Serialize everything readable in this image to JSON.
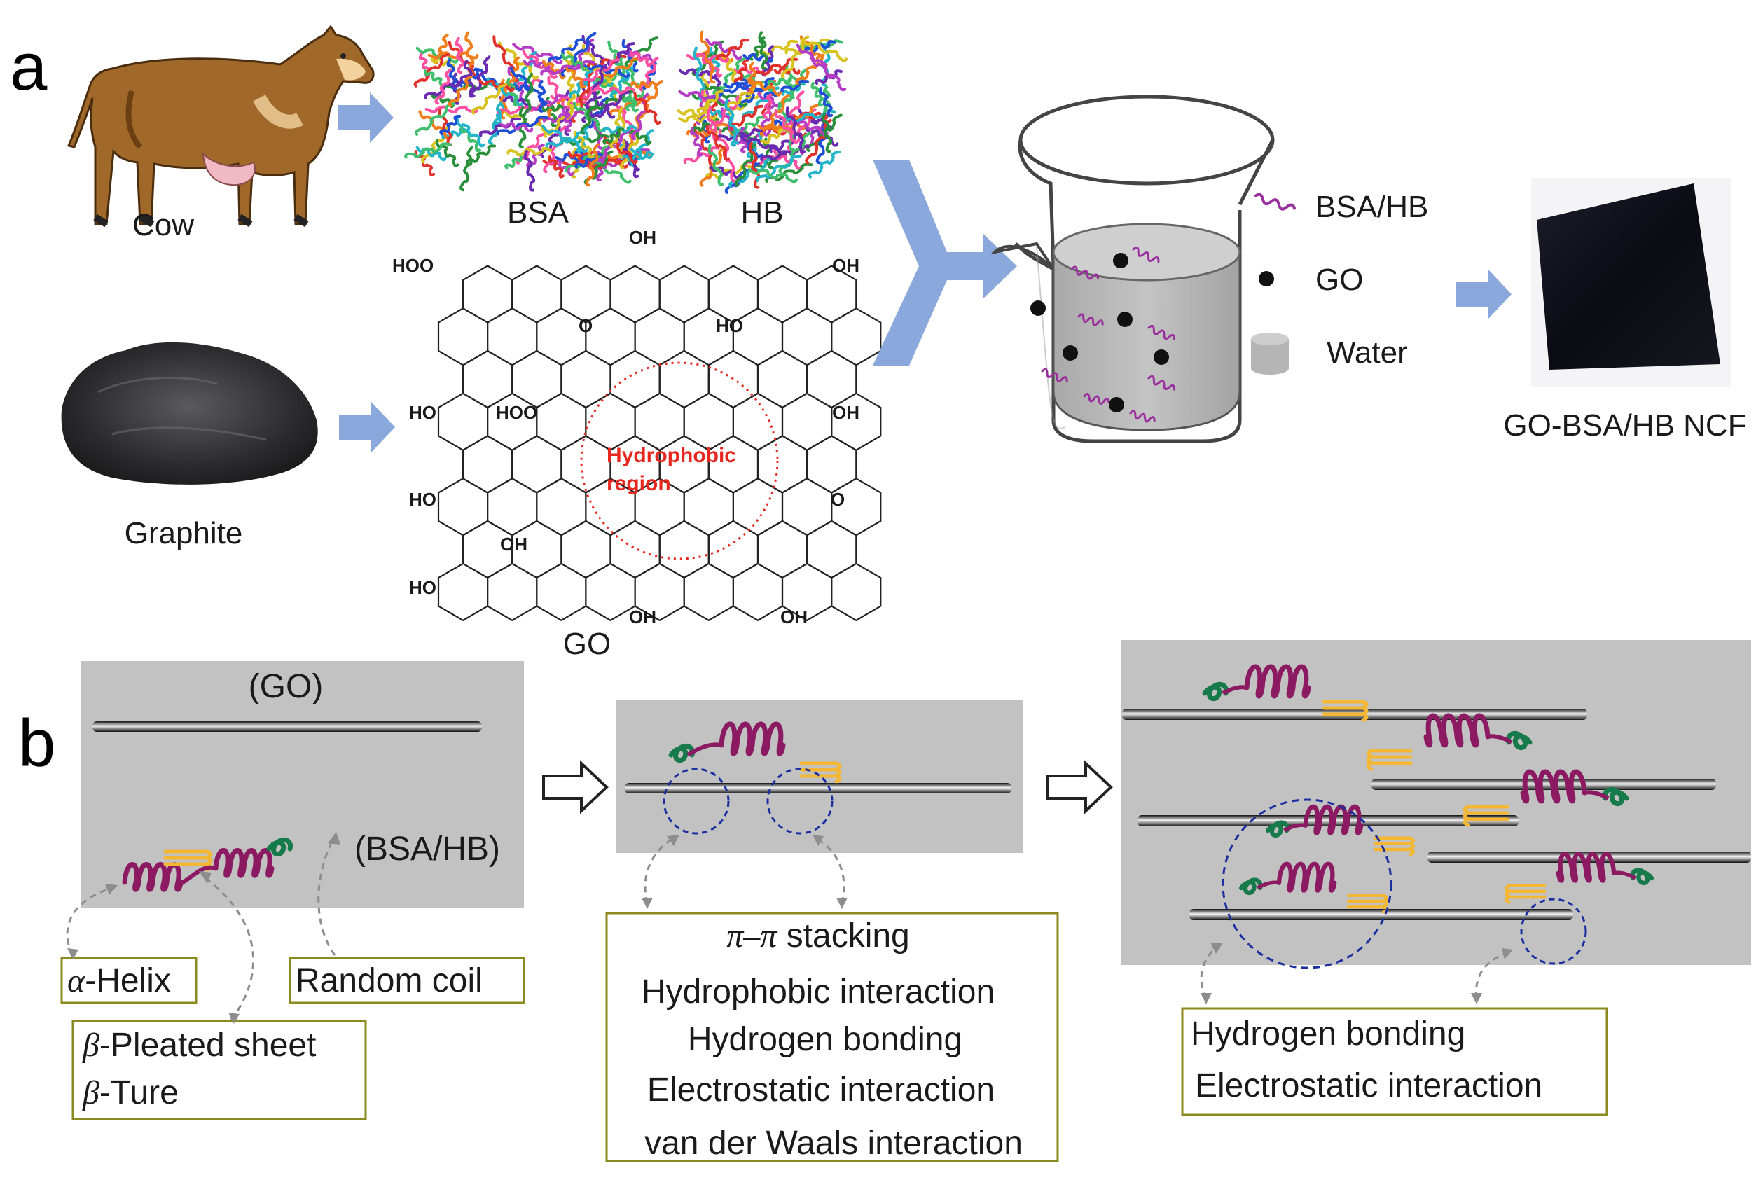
{
  "panel_a": {
    "panel_letter": "a",
    "labels": {
      "cow": "Cow",
      "bsa": "BSA",
      "hb": "HB",
      "graphite": "Graphite",
      "go": "GO",
      "product": "GO-BSA/HB NCF"
    },
    "go_structure": {
      "groups": {
        "hoo_top_left": "HOO",
        "oh_top": "OH",
        "oh_top_right": "OH",
        "ho_right_upper": "HO",
        "o_upper": "O",
        "ho_left_1": "HO",
        "hoo_mid": "HOO",
        "oh_right_1": "OH",
        "ho_left_2": "HO",
        "o_right": "O",
        "oh_inner": "OH",
        "ho_left_3": "HO",
        "oh_bottom_1": "OH",
        "oh_bottom_2": "OH"
      },
      "region_label_line1": "Hydrophobic",
      "region_label_line2": "region",
      "region_color": "#e8271f"
    },
    "legend": {
      "items": [
        {
          "symbol": "wavy-line-icon",
          "label": "BSA/HB"
        },
        {
          "symbol": "black-dot-icon",
          "label": "GO"
        },
        {
          "symbol": "gray-cylinder-icon",
          "label": "Water"
        }
      ]
    },
    "colors": {
      "arrow": "#8aa8dc",
      "protein_chain": "#9a2f9e",
      "water": "#b9b9b9",
      "film": "#0c0d14"
    }
  },
  "panel_b": {
    "panel_letter": "b",
    "stage1": {
      "go_label": "(GO)",
      "protein_label": "(BSA/HB)",
      "boxes": {
        "helix_greek": "α",
        "helix_text": "-Helix",
        "random_coil": "Random coil",
        "sheet_greek": "β",
        "sheet_text": "-Pleated sheet",
        "turn_greek": "β",
        "turn_text": "-Ture"
      }
    },
    "stage2": {
      "pi_stacking_greek": "π–π",
      "pi_stacking_text": " stacking",
      "interactions": [
        "Hydrophobic interaction",
        "Hydrogen bonding",
        "Electrostatic interaction",
        "van der Waals interaction"
      ]
    },
    "stage3": {
      "interactions": [
        "Hydrogen bonding",
        "Electrostatic interaction"
      ]
    },
    "colors": {
      "background": "#c2c2c2",
      "box_border": "#8c8a1e",
      "helix": "#8c1a62",
      "coil": "#167a4a",
      "sheet": "#f3b733",
      "dashed_circle": "#1a2ea0"
    }
  }
}
